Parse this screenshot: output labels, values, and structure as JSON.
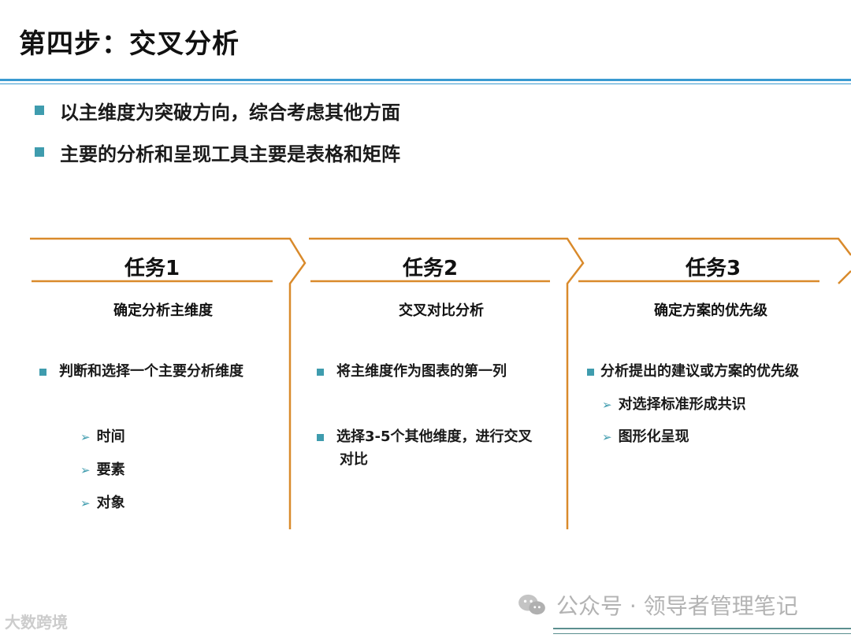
{
  "slide": {
    "title": "第四步：交叉分析",
    "bullets": [
      "以主维度为突破方向，综合考虑其他方面",
      "主要的分析和呈现工具主要是表格和矩阵"
    ]
  },
  "tasks": [
    {
      "title": "任务1",
      "subtitle": "确定分析主维度",
      "items": [
        "判断和选择一个主要分析维度"
      ],
      "subitems": [
        "时间",
        "要素",
        "对象"
      ]
    },
    {
      "title": "任务2",
      "subtitle": "交叉对比分析",
      "items": [
        "将主维度作为图表的第一列",
        "选择3-5个其他维度，进行交叉",
        "对比"
      ]
    },
    {
      "title": "任务3",
      "subtitle": "确定方案的优先级",
      "items": [
        "分析提出的建议或方案的优先级"
      ],
      "subitems": [
        "对选择标准形成共识",
        "图形化呈现"
      ]
    }
  ],
  "watermark": {
    "text": "公众号 · 领导者管理笔记",
    "corner": "大数跨境",
    "icon": "wechat-icon"
  },
  "colors": {
    "accent_blue": "#3a9ad1",
    "bullet_teal": "#3f9cae",
    "frame_orange": "#d98a2b"
  }
}
